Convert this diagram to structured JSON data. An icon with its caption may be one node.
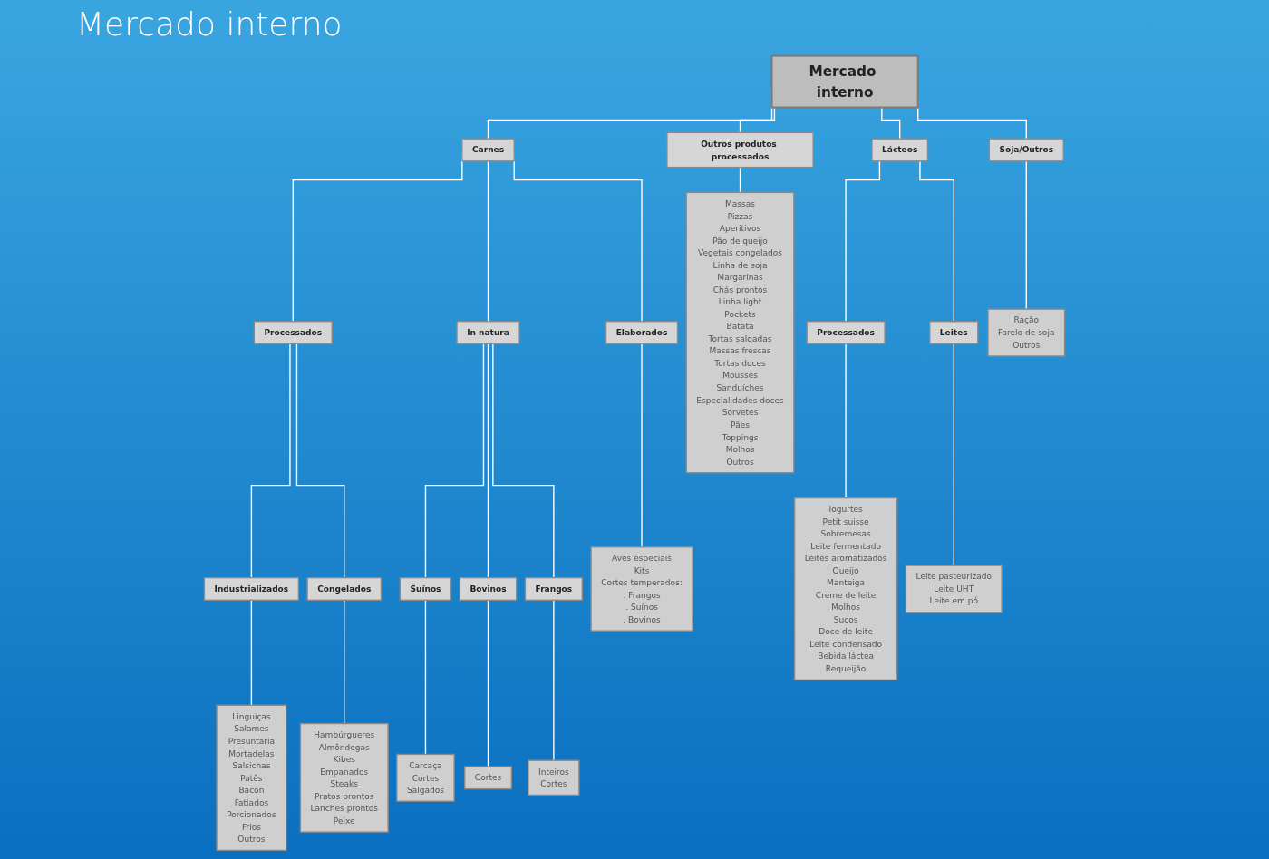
{
  "diagram": {
    "title": "Mercado interno",
    "nodes": [
      {
        "text": [
          "Mercado interno"
        ]
      },
      {
        "text": [
          "Carnes"
        ]
      },
      {
        "text": [
          "Outros produtos processados"
        ]
      },
      {
        "text": [
          "Lácteos"
        ]
      },
      {
        "text": [
          "Soja/Outros"
        ]
      },
      {
        "text": [
          "Processados"
        ]
      },
      {
        "text": [
          "In natura"
        ]
      },
      {
        "text": [
          "Elaborados"
        ]
      },
      {
        "text": [
          "Massas",
          "Pizzas",
          "Aperitivos",
          "Pão de queijo",
          "Vegetais congelados",
          "Linha de soja",
          "Margarinas",
          "Chás prontos",
          "Linha light",
          "Pockets",
          "Batata",
          "Tortas salgadas",
          "Massas frescas",
          "Tortas doces",
          "Mousses",
          "Sanduíches",
          "Especialidades doces",
          "Sorvetes",
          "Pães",
          "Toppings",
          "Molhos",
          "Outros"
        ]
      },
      {
        "text": [
          "Processados"
        ]
      },
      {
        "text": [
          "Leites"
        ]
      },
      {
        "text": [
          "Ração",
          "Farelo de soja",
          "Outros"
        ]
      },
      {
        "text": [
          "Industrializados"
        ]
      },
      {
        "text": [
          "Congelados"
        ]
      },
      {
        "text": [
          "Suínos"
        ]
      },
      {
        "text": [
          "Bovinos"
        ]
      },
      {
        "text": [
          "Frangos"
        ]
      },
      {
        "text": [
          "Aves especiais",
          "Kits",
          "Cortes temperados:",
          ". Frangos",
          ". Suínos",
          ". Bovinos"
        ]
      },
      {
        "text": [
          "Iogurtes",
          "Petit suisse",
          "Sobremesas",
          "Leite fermentado",
          "Leites aromatizados",
          "Queijo",
          "Manteiga",
          "Creme de leite",
          "Molhos",
          "Sucos",
          "Doce de leite",
          "Leite condensado",
          "Bebida láctea",
          "Requeijão"
        ]
      },
      {
        "text": [
          "Leite pasteurizado",
          "Leite UHT",
          "Leite em pó"
        ]
      },
      {
        "text": [
          "Linguiças",
          "Salames",
          "Presuntaria",
          "Mortadelas",
          "Salsichas",
          "Patês",
          "Bacon",
          "Fatiados",
          "Porcionados",
          "Frios",
          "Outros"
        ]
      },
      {
        "text": [
          "Hambúrgueres",
          "Almôndegas",
          "Kibes",
          "Empanados",
          "Steaks",
          "Pratos prontos",
          "Lanches prontos",
          "Peixe"
        ]
      },
      {
        "text": [
          "Carcaça",
          "Cortes",
          "Salgados"
        ]
      },
      {
        "text": [
          "Cortes"
        ]
      },
      {
        "text": [
          "Inteiros",
          "Cortes"
        ]
      }
    ],
    "edges": [
      {
        "from": 0,
        "to": 1,
        "arrow": "none"
      },
      {
        "from": 0,
        "to": 2,
        "arrow": "none"
      },
      {
        "from": 0,
        "to": 3,
        "arrow": "none"
      },
      {
        "from": 0,
        "to": 4,
        "arrow": "none"
      },
      {
        "from": 1,
        "to": 5,
        "arrow": "none"
      },
      {
        "from": 1,
        "to": 6,
        "arrow": "none"
      },
      {
        "from": 1,
        "to": 7,
        "arrow": "none"
      },
      {
        "from": 2,
        "to": 8,
        "arrow": "none"
      },
      {
        "from": 3,
        "to": 9,
        "arrow": "none"
      },
      {
        "from": 3,
        "to": 10,
        "arrow": "none"
      },
      {
        "from": 4,
        "to": 11,
        "arrow": "none"
      },
      {
        "from": 5,
        "to": 12,
        "arrow": "none"
      },
      {
        "from": 5,
        "to": 13,
        "arrow": "none"
      },
      {
        "from": 6,
        "to": 14,
        "arrow": "none"
      },
      {
        "from": 6,
        "to": 15,
        "arrow": "none"
      },
      {
        "from": 6,
        "to": 16,
        "arrow": "none"
      },
      {
        "from": 7,
        "to": 17,
        "arrow": "none"
      },
      {
        "from": 9,
        "to": 18,
        "arrow": "none"
      },
      {
        "from": 10,
        "to": 19,
        "arrow": "none"
      },
      {
        "from": 12,
        "to": 20,
        "arrow": "none"
      },
      {
        "from": 13,
        "to": 21,
        "arrow": "none"
      },
      {
        "from": 14,
        "to": 22,
        "arrow": "none"
      },
      {
        "from": 15,
        "to": 23,
        "arrow": "none"
      },
      {
        "from": 16,
        "to": 24,
        "arrow": "none"
      }
    ]
  }
}
